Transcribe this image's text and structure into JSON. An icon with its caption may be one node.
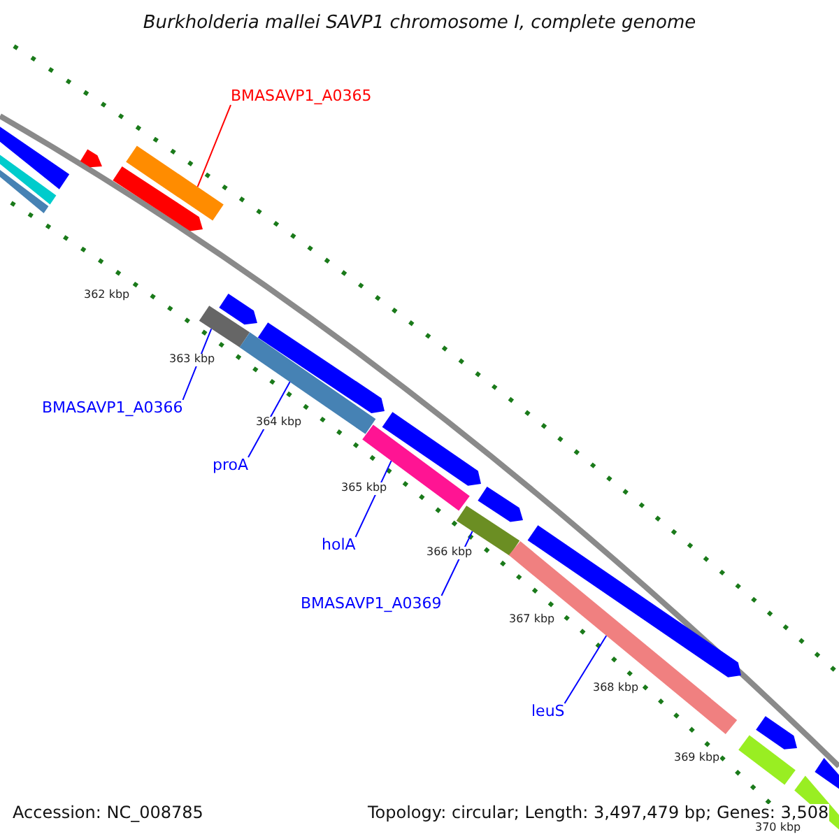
{
  "diagram": {
    "title": "Burkholderia mallei SAVP1 chromosome I, complete genome",
    "nodes": [
      {
        "text": [
          "BMASAVP1_A0365"
        ]
      },
      {
        "text": [],
        "shape": "bar"
      },
      {
        "text": [
          "BMASAVP1_A0366"
        ]
      },
      {
        "text": [],
        "shape": "bar"
      },
      {
        "text": [
          "proA"
        ]
      },
      {
        "text": [],
        "shape": "bar"
      },
      {
        "text": [
          "holA"
        ]
      },
      {
        "text": [],
        "shape": "bar"
      },
      {
        "text": [
          "BMASAVP1_A0369"
        ]
      },
      {
        "text": [],
        "shape": "bar"
      },
      {
        "text": [
          "leuS"
        ]
      },
      {
        "text": [],
        "shape": "bar"
      },
      {
        "text": [],
        "shape": "bar"
      },
      {
        "text": [],
        "shape": "bar"
      },
      {
        "text": [],
        "shape": "bar"
      },
      {
        "text": [],
        "shape": "bar"
      },
      {
        "text": [],
        "shape": "bar"
      },
      {
        "text": [],
        "shape": "bar"
      },
      {
        "text": [],
        "shape": "bar"
      },
      {
        "text": [],
        "shape": "bar"
      },
      {
        "text": [],
        "shape": "bar"
      },
      {
        "text": [],
        "shape": "bar"
      },
      {
        "text": [],
        "shape": "bar"
      },
      {
        "text": [],
        "shape": "bar"
      },
      {
        "text": [],
        "shape": "bar"
      },
      {
        "text": [],
        "shape": "bar"
      }
    ],
    "edges": [
      {
        "from": 0,
        "to": 1,
        "arrow": "none",
        "color": "#ff0000"
      },
      {
        "from": 2,
        "to": 3,
        "arrow": "none"
      },
      {
        "from": 4,
        "to": 5,
        "arrow": "none"
      },
      {
        "from": 6,
        "to": 7,
        "arrow": "none"
      },
      {
        "from": 8,
        "to": 9,
        "arrow": "none"
      },
      {
        "from": 10,
        "to": 11,
        "arrow": "none"
      }
    ],
    "labels": [
      "362 kbp",
      "363 kbp",
      "364 kbp",
      "365 kbp",
      "366 kbp",
      "367 kbp",
      "368 kbp",
      "369 kbp",
      "370 kbp",
      "Accession: NC_008785",
      "Topology: circular; Length: 3,497,479 bp; Genes: 3,508"
    ]
  }
}
